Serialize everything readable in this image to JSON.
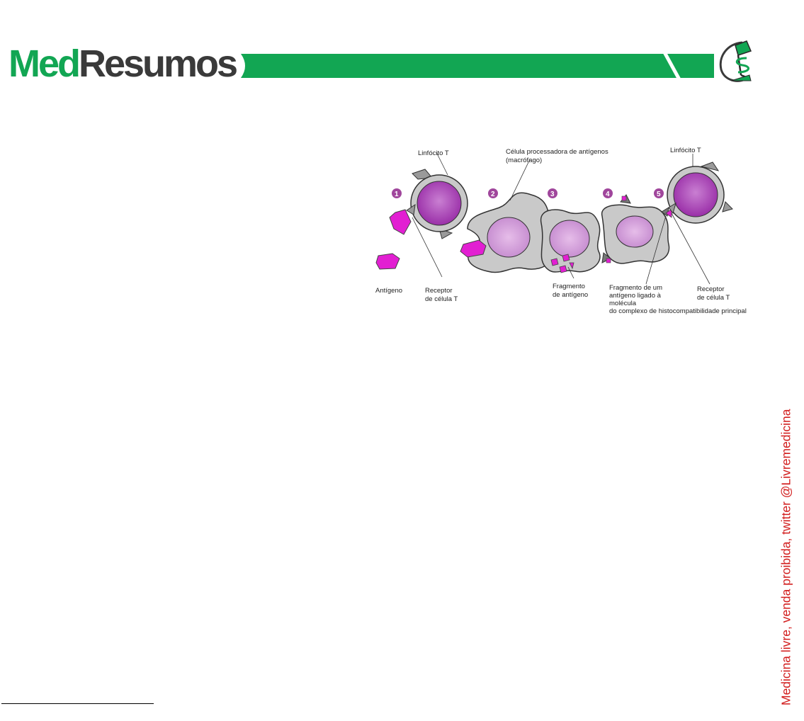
{
  "header": {
    "logo_part1": "Med",
    "logo_part2": "Resumos",
    "brand_color": "#12a653"
  },
  "figure": {
    "labels": {
      "lymph_top_left": "Linfócito T",
      "apc_line1": "Célula processadora de antígenos",
      "apc_line2": "(macrófago)",
      "lymph_top_right": "Linfócito T",
      "antigen": "Antígeno",
      "receptor1_line1": "Receptor",
      "receptor1_line2": "de célula T",
      "fragment_line1": "Fragmento",
      "fragment_line2": "de antígeno",
      "mhc_line1": "Fragmento de um",
      "mhc_line2": "antígeno ligado à",
      "mhc_line3": "molécula",
      "mhc_line4": "do complexo de histocompatibilidade principal",
      "receptor2_line1": "Receptor",
      "receptor2_line2": "de célula T"
    },
    "steps": [
      "1",
      "2",
      "3",
      "4",
      "5"
    ],
    "colors": {
      "antigen": "#e21fd2",
      "nucleus": "#b04fc0",
      "cell": "#c9c9c9",
      "step_badge": "#a0469c"
    }
  },
  "side_note": {
    "text": "Medicina livre, venda proibida, twitter @Livremedicina",
    "color": "#d21e1e"
  }
}
